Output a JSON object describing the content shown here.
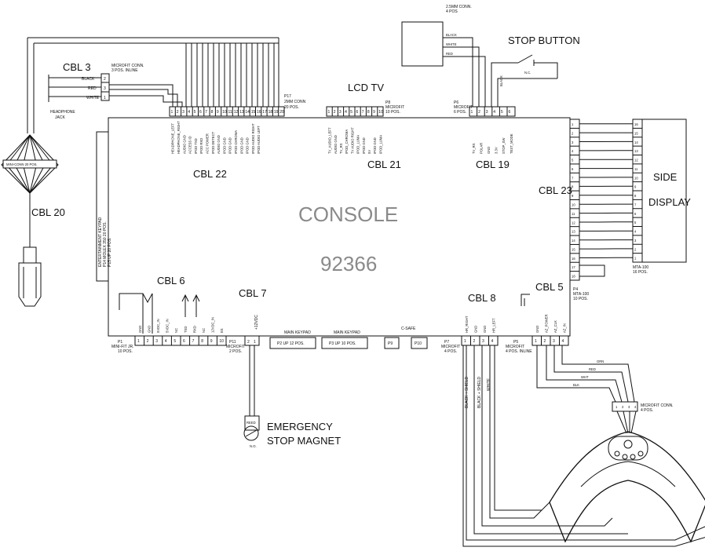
{
  "console": {
    "name": "CONSOLE",
    "part_number": "92366"
  },
  "cables": {
    "cbl3": "CBL 3",
    "cbl20": "CBL 20",
    "cbl22": "CBL 22",
    "cbl21": "CBL 21",
    "cbl19": "CBL 19",
    "cbl23": "CBL 23",
    "cbl6": "CBL 6",
    "cbl7": "CBL 7",
    "cbl8": "CBL 8",
    "cbl5": "CBL 5"
  },
  "labels": {
    "lcd_tv": "LCD TV",
    "stop_button": "STOP BUTTON",
    "side_display": [
      "SIDE",
      "DISPLAY"
    ],
    "emergency": [
      "EMERGENCY",
      "STOP MAGNET"
    ],
    "headphone_jack": [
      "HEADPHONE",
      "JACK"
    ],
    "cbl3_conn": [
      "MICROFIT CONN.",
      "3 POS. INLINE"
    ],
    "p17": [
      "P17",
      "2MM CONN",
      "20 POS."
    ],
    "p8": [
      "P8",
      "MICROFIT",
      "10 POS."
    ],
    "p6": [
      "P6",
      "MICROFIT",
      "6 POS."
    ],
    "conn_25": [
      "2.5MM CONN.",
      "4 POS"
    ],
    "p14": [
      "P14 MOLEX 350 20 POS.",
      "P15 UP 20 POS."
    ],
    "entertainment": "ENTERTAINMENT KEYPAD",
    "p1": [
      "P1",
      "MINI-FIT JR.",
      "10 POS."
    ],
    "p11": [
      "P11",
      "MICROFIT",
      "2 POS."
    ],
    "main_keypad_1": "MAIN KEYPAD",
    "main_keypad_2": "MAIN KEYPAD",
    "p2": "P2 UP 12 POS.",
    "p3": "P3 UP 10 POS.",
    "csafe": "C-SAFE",
    "p9": "P9",
    "p10": "P10",
    "p7": [
      "P7",
      "MICROFIT",
      "4 POS."
    ],
    "p5": [
      "P5",
      "MICROFIT",
      "4 POS. INLINE"
    ],
    "p4": [
      "P4",
      "MTA-100",
      "10 POS."
    ],
    "mta": [
      "MTA-100",
      "16 POS."
    ],
    "mini_conn": "MINI-CONN 20 POS.",
    "mic_conn4": [
      "MICROFIT CONN.",
      "4 POS."
    ],
    "nc": "N.C.",
    "no": "N.O.",
    "reed": "REED",
    "plus12": "+12VDC"
  },
  "wires": {
    "cbl3": [
      "BLACK",
      "RED",
      "WHITE"
    ],
    "cbl19": [
      "BLACK",
      "WHITE",
      "RED"
    ],
    "cbl19_extra": [
      "BLACK"
    ],
    "cbl5": [
      "GRN",
      "RED",
      "WHT",
      "BLK"
    ],
    "cbl8": [
      "BLACK + SHIELD",
      "BLACK + SHIELD",
      "WHITE"
    ]
  },
  "pins": {
    "cbl22": [
      "HEADPHONE_LEFT",
      "HEADPHONE_RIGHT",
      "AUDIO GND",
      "ACCESS ID",
      "IPOD TXD",
      "IPOD RXD",
      "ACC POWER",
      "IPOD DETECT",
      "AUDIO GND",
      "IPOD GND",
      "IPOD GND",
      "IPOD CHROMA",
      "IPOD GND",
      "IPOD GND",
      "IPOD AUDIO RIGHT",
      "IPOD AUDIO LEFT"
    ],
    "cbl21": [
      "TV_AUDIO_LEFT",
      "AUDIO GND",
      "TV_RX",
      "IPOD_CHROMA",
      "TV AUDIO RIGHT",
      "IPOD_LUMA",
      "IPOD GND",
      "5V",
      "IPOD GND",
      "IPOD_LUMA"
    ],
    "cbl19": [
      "TV_RX",
      "POLAR",
      "GND",
      "3.3V",
      "STOP_SW",
      "TEST_MODE"
    ],
    "cbl6": [
      "GND",
      "GND",
      "5VDC_IN",
      "5VDC_IN",
      "NC",
      "TXD",
      "RXD",
      "NC",
      "12VDC_IN",
      "ES"
    ],
    "cbl8": [
      "HR_RIGHT",
      "GND",
      "GND",
      "HR_LEFT"
    ],
    "cbl5": [
      "GND",
      "AZ_POWER",
      "AZ_CLK",
      "AZ_IN"
    ]
  }
}
